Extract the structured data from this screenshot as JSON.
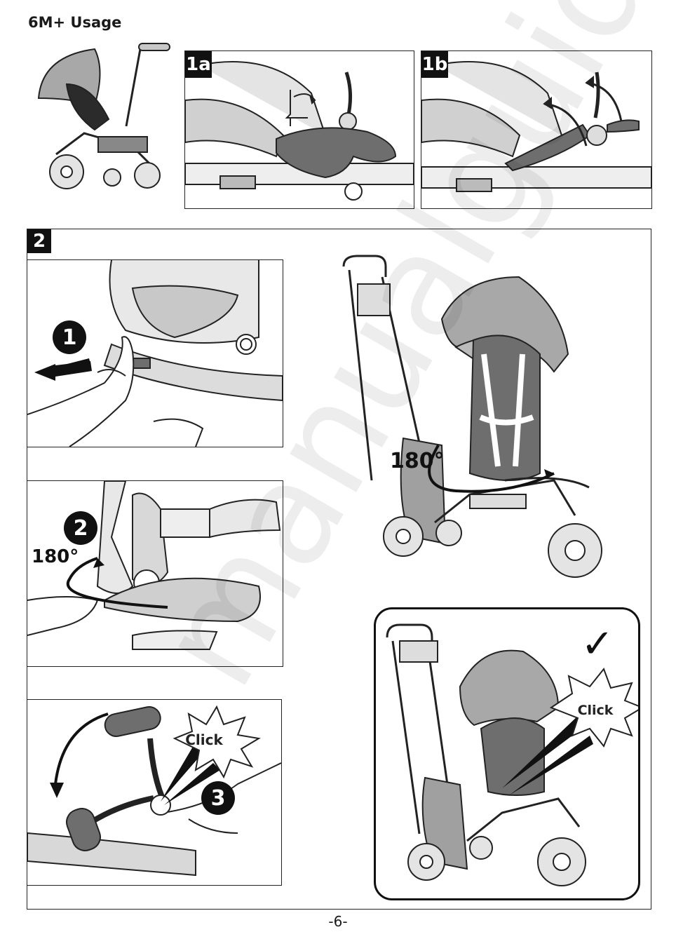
{
  "page": {
    "title": "6M+ Usage",
    "page_number": "-6-",
    "watermark": "manualguides"
  },
  "steps": {
    "s1a": "1a",
    "s1b": "1b",
    "s2": "2"
  },
  "callouts": {
    "c1": "1",
    "c2": "2",
    "c3": "3"
  },
  "annotations": {
    "rotate_main": "180°",
    "rotate_detail": "180°",
    "click_detail": "Click",
    "click_main": "Click",
    "check": "✓"
  },
  "colors": {
    "line": "#222222",
    "dark_part": "#6e6e6e",
    "mid_part": "#9a9a9a",
    "light_part": "#c8c8c8",
    "pale_part": "#e4e4e4"
  }
}
